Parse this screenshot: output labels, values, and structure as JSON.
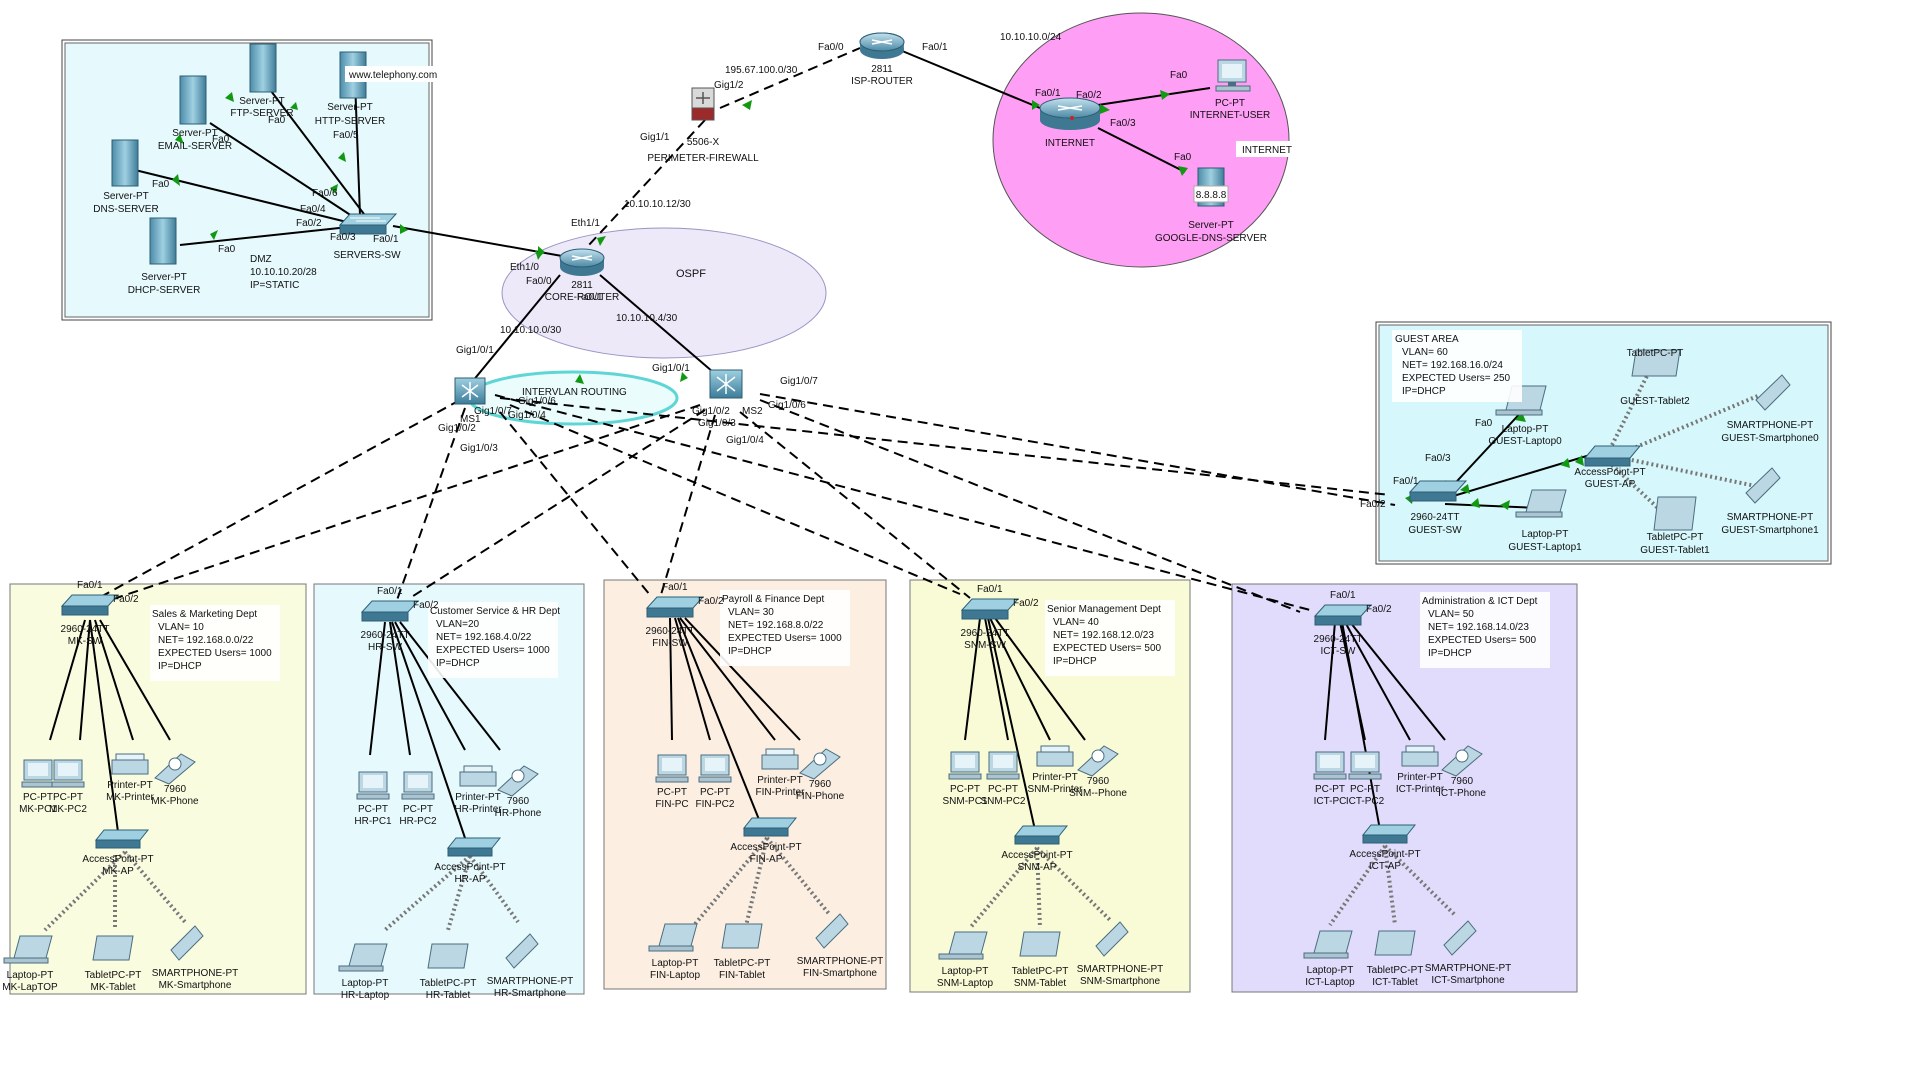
{
  "diagram": {
    "areas": {
      "dmz": {
        "lines": [
          "DMZ",
          "10.10.10.20/28",
          "IP=STATIC"
        ],
        "url": "www.telephony.com"
      },
      "ospf": {
        "label": "OSPF"
      },
      "intervlan": {
        "label": "INTERVLAN ROUTING"
      },
      "internet": {
        "subnet": "10.10.10.0/24",
        "label": "INTERNET"
      },
      "guest": {
        "lines": [
          "GUEST AREA",
          "VLAN= 60",
          "NET= 192.168.16.0/24",
          "EXPECTED Users= 250",
          "IP=DHCP"
        ]
      },
      "departments": [
        {
          "lines": [
            "Sales & Marketing Dept",
            "VLAN= 10",
            "NET= 192.168.0.0/22",
            "EXPECTED Users= 1000",
            "IP=DHCP"
          ]
        },
        {
          "lines": [
            "Customer Service & HR Dept",
            "VLAN=20",
            "NET= 192.168.4.0/22",
            "EXPECTED Users= 1000",
            "IP=DHCP"
          ]
        },
        {
          "lines": [
            "Payroll & Finance Dept",
            "VLAN= 30",
            "NET= 192.168.8.0/22",
            "EXPECTED Users= 1000",
            "IP=DHCP"
          ]
        },
        {
          "lines": [
            "Senior Management Dept",
            "VLAN= 40",
            "NET= 192.168.12.0/23",
            "EXPECTED Users= 500",
            "IP=DHCP"
          ]
        },
        {
          "lines": [
            "Administration & ICT Dept",
            "VLAN= 50",
            "NET= 192.168.14.0/23",
            "EXPECTED Users= 500",
            "IP=DHCP"
          ]
        }
      ]
    },
    "devices": {
      "isp_router": [
        "2811",
        "ISP-ROUTER"
      ],
      "firewall": [
        "5506-X",
        "PERIMETER-FIREWALL"
      ],
      "core_router": [
        "2811",
        "CORE-ROUTER"
      ],
      "internet_router": [
        "INTERNET"
      ],
      "internet_user": [
        "PC-PT",
        "INTERNET-USER"
      ],
      "google_dns": [
        "Server-PT",
        "GOOGLE-DNS-SERVER"
      ],
      "google_dns_ip": "8.8.8.8",
      "ftp_server": [
        "Server-PT",
        "FTP-SERVER"
      ],
      "http_server": [
        "Server-PT",
        "HTTP-SERVER"
      ],
      "email_server": [
        "Server-PT",
        "EMAIL-SERVER"
      ],
      "dns_server": [
        "Server-PT",
        "DNS-SERVER"
      ],
      "dhcp_server": [
        "Server-PT",
        "DHCP-SERVER"
      ],
      "servers_sw": [
        "SERVERS-SW"
      ],
      "ms1": [
        "MS1"
      ],
      "ms2": [
        "MS2"
      ],
      "guest_sw": [
        "2960-24TT",
        "GUEST-SW"
      ],
      "guest_ap": [
        "AccessPoint-PT",
        "GUEST-AP"
      ],
      "guest_laptop0": [
        "Laptop-PT",
        "GUEST-Laptop0"
      ],
      "guest_laptop1": [
        "Laptop-PT",
        "GUEST-Laptop1"
      ],
      "guest_tablet2": [
        "TabletPC-PT",
        "GUEST-Tablet2"
      ],
      "guest_tablet1": [
        "TabletPC-PT",
        "GUEST-Tablet1"
      ],
      "guest_smart0": [
        "SMARTPHONE-PT",
        "GUEST-Smartphone0"
      ],
      "guest_smart1": [
        "SMARTPHONE-PT",
        "GUEST-Smartphone1"
      ],
      "dept_devices": [
        {
          "sw": [
            "2960-24TT",
            "MK-SW"
          ],
          "pc1": [
            "PC-PT",
            "MK-PC1"
          ],
          "pc2": [
            "PC-PT",
            "MK-PC2"
          ],
          "printer": [
            "Printer-PT",
            "MK-Printer"
          ],
          "phone": [
            "7960",
            "MK-Phone"
          ],
          "ap": [
            "AccessPoint-PT",
            "MK-AP"
          ],
          "laptop": [
            "Laptop-PT",
            "MK-LapTOP"
          ],
          "tablet": [
            "TabletPC-PT",
            "MK-Tablet"
          ],
          "smart": [
            "SMARTPHONE-PT",
            "MK-Smartphone"
          ]
        },
        {
          "sw": [
            "2960-24TT",
            "HR-SW"
          ],
          "pc1": [
            "PC-PT",
            "HR-PC1"
          ],
          "pc2": [
            "PC-PT",
            "HR-PC2"
          ],
          "printer": [
            "Printer-PT",
            "HR-Printer"
          ],
          "phone": [
            "7960",
            "HR-Phone"
          ],
          "ap": [
            "AccessPoint-PT",
            "HR-AP"
          ],
          "laptop": [
            "Laptop-PT",
            "HR-Laptop"
          ],
          "tablet": [
            "TabletPC-PT",
            "HR-Tablet"
          ],
          "smart": [
            "SMARTPHONE-PT",
            "HR-Smartphone"
          ]
        },
        {
          "sw": [
            "2960-24TT",
            "FIN-SW"
          ],
          "pc1": [
            "PC-PT",
            "FIN-PC"
          ],
          "pc2": [
            "PC-PT",
            "FIN-PC2"
          ],
          "printer": [
            "Printer-PT",
            "FIN-Printer"
          ],
          "phone": [
            "7960",
            "FIN-Phone"
          ],
          "ap": [
            "AccessPoint-PT",
            "FIN-AP"
          ],
          "laptop": [
            "Laptop-PT",
            "FIN-Laptop"
          ],
          "tablet": [
            "TabletPC-PT",
            "FIN-Tablet"
          ],
          "smart": [
            "SMARTPHONE-PT",
            "FIN-Smartphone"
          ]
        },
        {
          "sw": [
            "2960-24TT",
            "SNM-SW"
          ],
          "pc1": [
            "PC-PT",
            "SNM-PC1"
          ],
          "pc2": [
            "PC-PT",
            "SNM-PC2"
          ],
          "printer": [
            "Printer-PT",
            "SNM-Printer"
          ],
          "phone": [
            "7960",
            "SNM--Phone"
          ],
          "ap": [
            "AccessPoint-PT",
            "SNM-AP"
          ],
          "laptop": [
            "Laptop-PT",
            "SNM-Laptop"
          ],
          "tablet": [
            "TabletPC-PT",
            "SNM-Tablet"
          ],
          "smart": [
            "SMARTPHONE-PT",
            "SNM-Smartphone"
          ]
        },
        {
          "sw": [
            "2960-24TT",
            "ICT-SW"
          ],
          "pc1": [
            "PC-PT",
            "ICT-PC"
          ],
          "pc2": [
            "PC-PT",
            "ICT-PC2"
          ],
          "printer": [
            "Printer-PT",
            "ICT-Printer"
          ],
          "phone": [
            "7960",
            "ICT-Phone"
          ],
          "ap": [
            "AccessPoint-PT",
            "ICT-AP"
          ],
          "laptop": [
            "Laptop-PT",
            "ICT-Laptop"
          ],
          "tablet": [
            "TabletPC-PT",
            "ICT-Tablet"
          ],
          "smart": [
            "SMARTPHONE-PT",
            "ICT-Smartphone"
          ]
        }
      ]
    },
    "links": {
      "isp_fa00": "Fa0/0",
      "isp_fa01": "Fa0/1",
      "isp_fw_net": "195.67.100.0/30",
      "fw_gig12": "Gig1/2",
      "fw_gig11": "Gig1/1",
      "fw_core_net": "10.10.10.12/30",
      "core_eth11": "Eth1/1",
      "core_eth10": "Eth1/0",
      "core_fa00": "Fa0/0",
      "core_fa01": "Fa0/1",
      "ms1_net": "10.10.10.0/30",
      "ms2_net": "10.10.10.4/30",
      "ms1_gig01": "Gig1/0/1",
      "ms2_gig01": "Gig1/0/1",
      "ms1_gig06": "Gig1/0/6",
      "ms1_gig07": "Gig1/0/7",
      "ms1_gig04": "Gig1/0/4",
      "ms1_gig02": "Gig1/0/2",
      "ms1_gig03": "Gig1/0/3",
      "ms2_gig07": "Gig1/0/7",
      "ms2_gig06": "Gig1/0/6",
      "ms2_gig02": "Gig1/0/2",
      "ms2_gig03": "Gig1/0/3",
      "ms2_gig04": "Gig1/0/4",
      "inet_fa01": "Fa0/1",
      "inet_fa02": "Fa0/2",
      "inet_fa03": "Fa0/3",
      "user_fa0": "Fa0",
      "gdns_fa0": "Fa0",
      "srv_fa01": "Fa0/1",
      "srv_fa02": "Fa0/2",
      "srv_fa03": "Fa0/3",
      "srv_fa04": "Fa0/4",
      "srv_fa05": "Fa0/5",
      "srv_fa06": "Fa0/6",
      "srv_fa0": "Fa0",
      "guest_fa01": "Fa0/1",
      "guest_fa02": "Fa0/2",
      "guest_fa03": "Fa0/3",
      "guest_fa0": "Fa0",
      "dept_fa01": "Fa0/1",
      "dept_fa02": "Fa0/2"
    },
    "colors": {
      "dmz_bg": "#e6f9fd",
      "guest_bg": "#d6f7fb",
      "internet_bg": "#ff9ef5",
      "dept_bg": [
        "#fafce0",
        "#e6f9fd",
        "#fcefe2",
        "#f8fbd6",
        "#e2dcfc"
      ],
      "ospf_bg": "#ede9f9",
      "link_up": "#119911"
    }
  }
}
